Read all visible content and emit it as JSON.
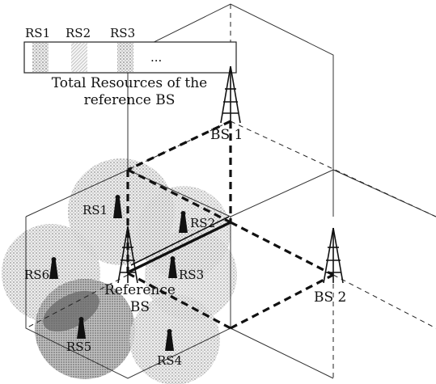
{
  "resource_bar": {
    "labels": [
      "RS1",
      "RS2",
      "RS3"
    ],
    "ellipsis": "...",
    "caption_line1": "Total Resources of the",
    "caption_line2": "reference BS"
  },
  "base_stations": {
    "bs1": "BS 1",
    "bs2": "BS 2",
    "reference_line1": "Reference",
    "reference_line2": "BS"
  },
  "relay_stations": [
    "RS1",
    "RS2",
    "RS3",
    "RS4",
    "RS5",
    "RS6"
  ]
}
